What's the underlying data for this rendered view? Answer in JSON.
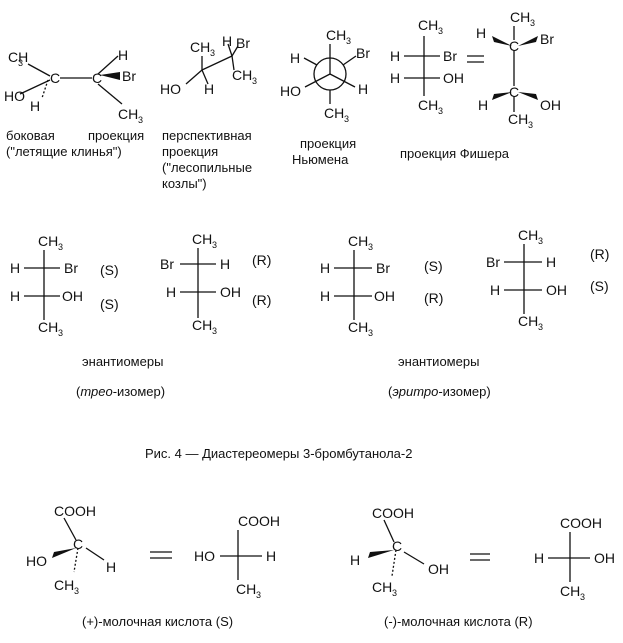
{
  "labels": {
    "CH": "CH",
    "sub3": "3",
    "C": "C",
    "H": "H",
    "Br": "Br",
    "HO": "HO",
    "OH": "OH",
    "COOH": "COOH",
    "S": "(S)",
    "R": "(R)"
  },
  "row1": {
    "side_1": "боковая",
    "side_2": "проекция",
    "side_3": "(\"летящие клинья\")",
    "persp_1": "перспективная",
    "persp_2": "проекция",
    "persp_3": "(\"лесопильные",
    "persp_4": "козлы\")",
    "newman_1": "проекция",
    "newman_2": "Ньюмена",
    "fischer": "проекция Фишера"
  },
  "row2": {
    "enantiomers": "энантиомеры",
    "threo_open": "(",
    "threo_em": "трео",
    "threo_tail": "-изомер)",
    "erythro_open": "(",
    "erythro_em": "эритро",
    "erythro_tail": "-изомер)"
  },
  "caption": "Рис. 4 — Диастереомеры 3-бромбутанола-2",
  "row3": {
    "plus_lactic": "(+)-молочная кислота (S)",
    "minus_lactic": "(-)-молочная кислота (R)"
  }
}
